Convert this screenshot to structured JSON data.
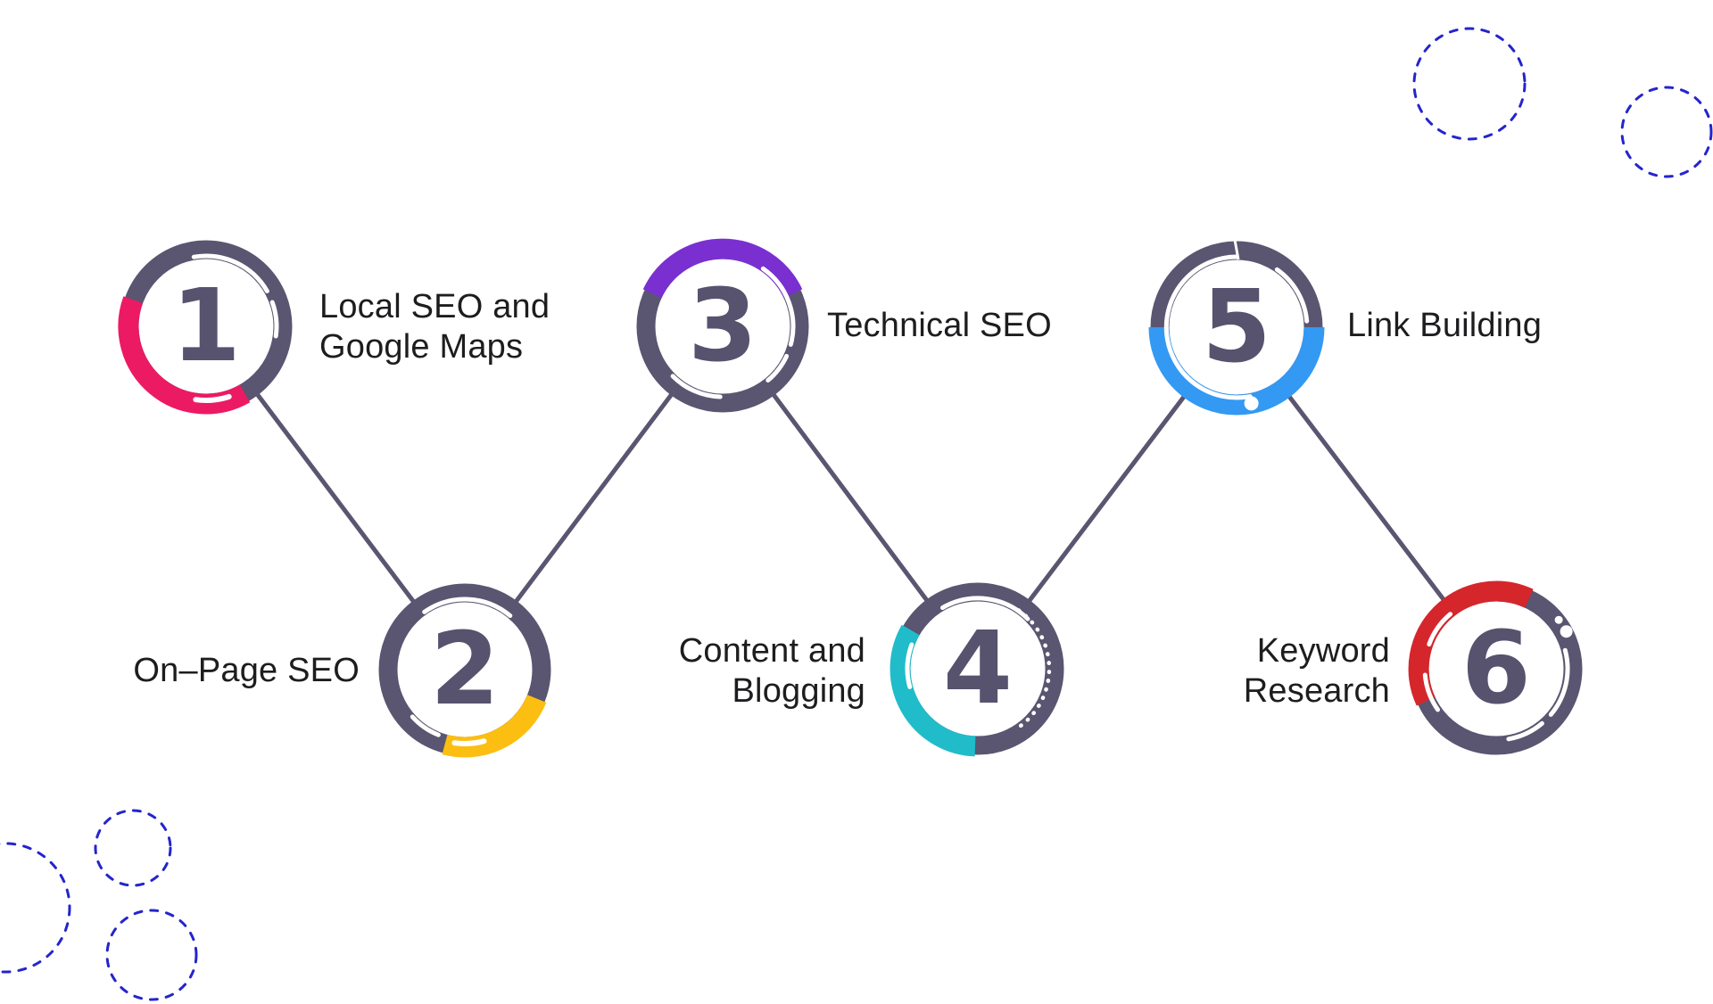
{
  "steps": [
    {
      "number": "1",
      "label": "Local SEO and\nGoogle Maps",
      "accent": "#EC1A63"
    },
    {
      "number": "2",
      "label": "On–Page SEO",
      "accent": "#FCBE11"
    },
    {
      "number": "3",
      "label": "Technical SEO",
      "accent": "#7A2FD0"
    },
    {
      "number": "4",
      "label": "Content and\nBlogging",
      "accent": "#20BCCA"
    },
    {
      "number": "5",
      "label": "Link Building",
      "accent": "#3399F3"
    },
    {
      "number": "6",
      "label": "Keyword\nResearch",
      "accent": "#D5262C"
    }
  ],
  "colors": {
    "ring": "#5A5570",
    "connector": "#5A5570",
    "number_text": "#57526E",
    "label_text": "#1D1D1F",
    "dashed_decor": "#2424CE",
    "background": "#FFFFFF"
  }
}
